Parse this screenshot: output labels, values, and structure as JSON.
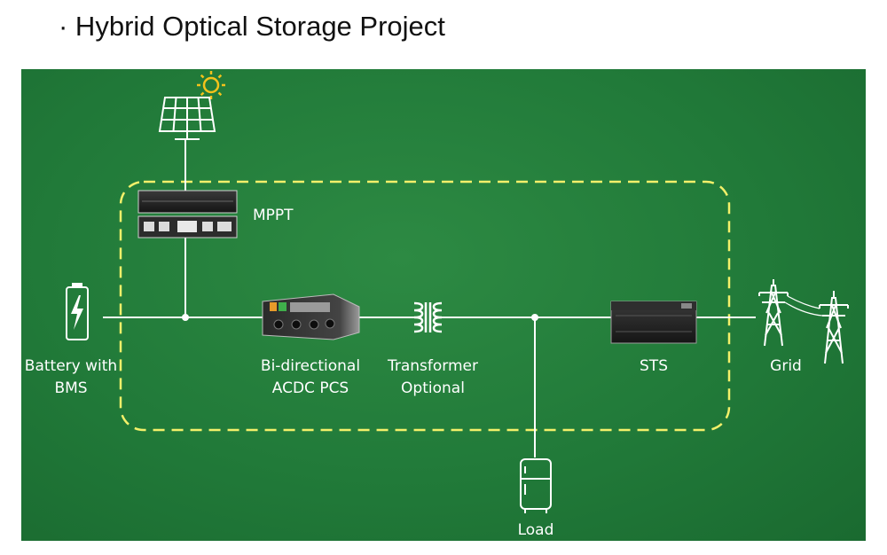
{
  "title": "· Hybrid Optical Storage Project",
  "labels": {
    "mppt": "MPPT",
    "battery_line1": "Battery with",
    "battery_line2": "BMS",
    "pcs_line1": "Bi-directional",
    "pcs_line2": "ACDC PCS",
    "transformer_line1": "Transformer",
    "transformer_line2": "Optional",
    "sts": "STS",
    "grid": "Grid",
    "load": "Load"
  },
  "colors": {
    "panel_green": "#217a39",
    "boundary_yellow": "#f3f06a",
    "sun_yellow": "#f3c21b",
    "line_white": "#ffffff"
  },
  "icons": [
    "sun-icon",
    "solar-panel-icon",
    "battery-icon",
    "transformer-icon",
    "transmission-tower-icon",
    "refrigerator-icon"
  ]
}
